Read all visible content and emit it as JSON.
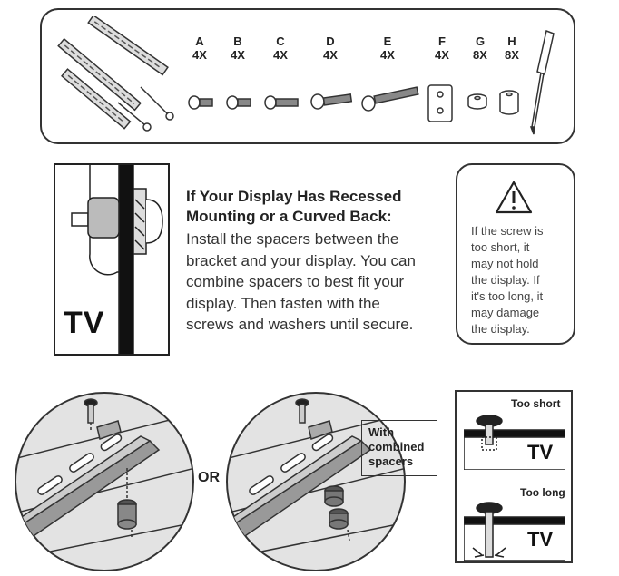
{
  "parts": [
    {
      "letter": "A",
      "qty": "4X"
    },
    {
      "letter": "B",
      "qty": "4X"
    },
    {
      "letter": "C",
      "qty": "4X"
    },
    {
      "letter": "D",
      "qty": "4X"
    },
    {
      "letter": "E",
      "qty": "4X"
    },
    {
      "letter": "F",
      "qty": "4X"
    },
    {
      "letter": "G",
      "qty": "8X"
    },
    {
      "letter": "H",
      "qty": "8X"
    }
  ],
  "instructions": {
    "heading_line1": "If Your Display Has Recessed",
    "heading_line2": "Mounting or a Curved Back:",
    "body_lines": [
      "Install the spacers between the",
      "bracket and your display. You can",
      "combine spacers to best fit your",
      "display. Then fasten with the",
      "screws and washers until secure."
    ]
  },
  "warning": {
    "lines": [
      "If the screw is",
      "too short, it",
      "may not hold",
      "the display. If",
      "it's too long, it",
      "may damage",
      "the display."
    ]
  },
  "tv_diagram": {
    "label": "TV"
  },
  "options": {
    "or_label": "OR",
    "combined_line1": "With",
    "combined_line2": "combined",
    "combined_line3": "spacers"
  },
  "comparison": {
    "too_short": "Too short",
    "too_long": "Too long",
    "tv_label": "TV"
  }
}
